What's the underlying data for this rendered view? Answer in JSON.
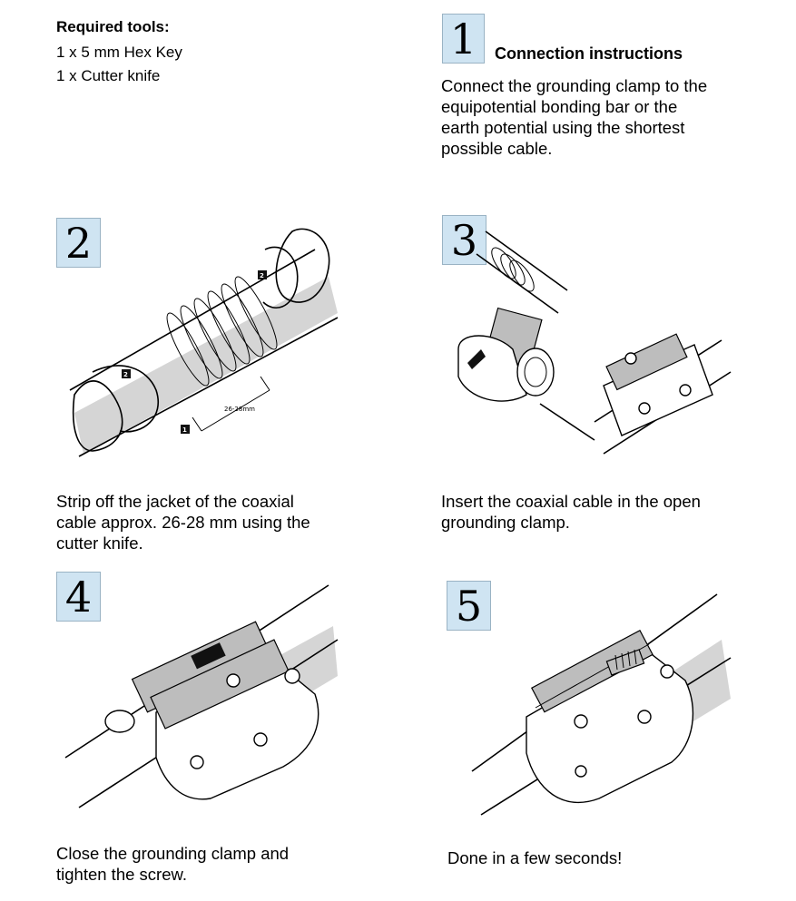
{
  "tools": {
    "title": "Required tools:",
    "items": [
      "1 x 5 mm Hex Key",
      "1 x Cutter knife"
    ]
  },
  "steps": [
    {
      "number": "1",
      "title": "Connection instructions",
      "lines": [
        "Connect the grounding clamp to the",
        "equipotential bonding bar or the",
        "earth potential using the shortest",
        "possible cable."
      ]
    },
    {
      "number": "2",
      "lines": [
        "Strip off the jacket of the coaxial",
        "cable approx. 26-28 mm using the",
        "cutter knife."
      ],
      "illustration": {
        "dimension_label": "26-28mm",
        "tag_1": "1",
        "tag_2": "2"
      }
    },
    {
      "number": "3",
      "lines": [
        "Insert the coaxial cable in the open",
        "grounding clamp."
      ]
    },
    {
      "number": "4",
      "lines": [
        "Close the grounding clamp and",
        "tighten the screw."
      ]
    },
    {
      "number": "5",
      "lines": [
        "Done in a few seconds!"
      ]
    }
  ],
  "colors": {
    "badge_bg": "#cfe4f2",
    "text": "#000000"
  }
}
